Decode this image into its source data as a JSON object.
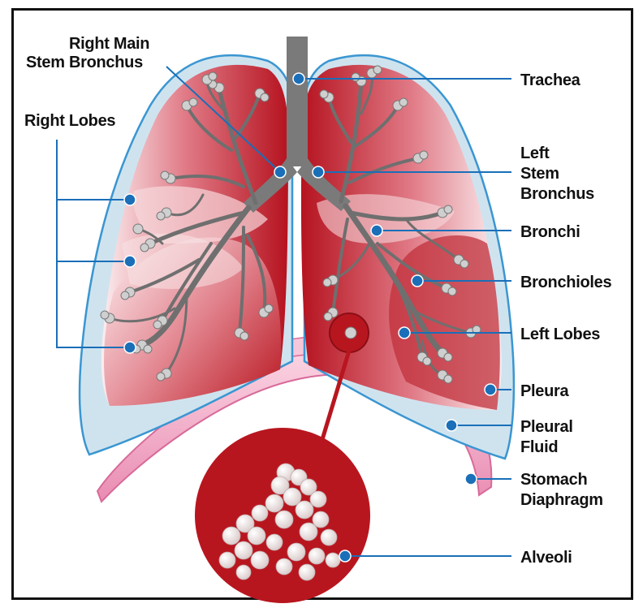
{
  "labels": {
    "right_main_stem_bronchus_line1": "Right Main",
    "right_main_stem_bronchus_line2": "Stem Bronchus",
    "right_lobes": "Right Lobes",
    "trachea": "Trachea",
    "left_stem_bronchus_line1": "Left",
    "left_stem_bronchus_line2": "Stem",
    "left_stem_bronchus_line3": "Bronchus",
    "bronchi": "Bronchi",
    "bronchioles": "Bronchioles",
    "left_lobes": "Left Lobes",
    "pleura": "Pleura",
    "pleural_fluid_line1": "Pleural",
    "pleural_fluid_line2": "Fluid",
    "stomach": "Stomach",
    "diaphragm": "Diaphragm",
    "alveoli": "Alveoli"
  },
  "colors": {
    "leader": "#1a6fb8",
    "lung_red": "#b8161f",
    "pleura_blue": "#cfe3ef",
    "diaphragm_pink": "#f4b5cf",
    "airway_gray": "#7a7a7a"
  }
}
